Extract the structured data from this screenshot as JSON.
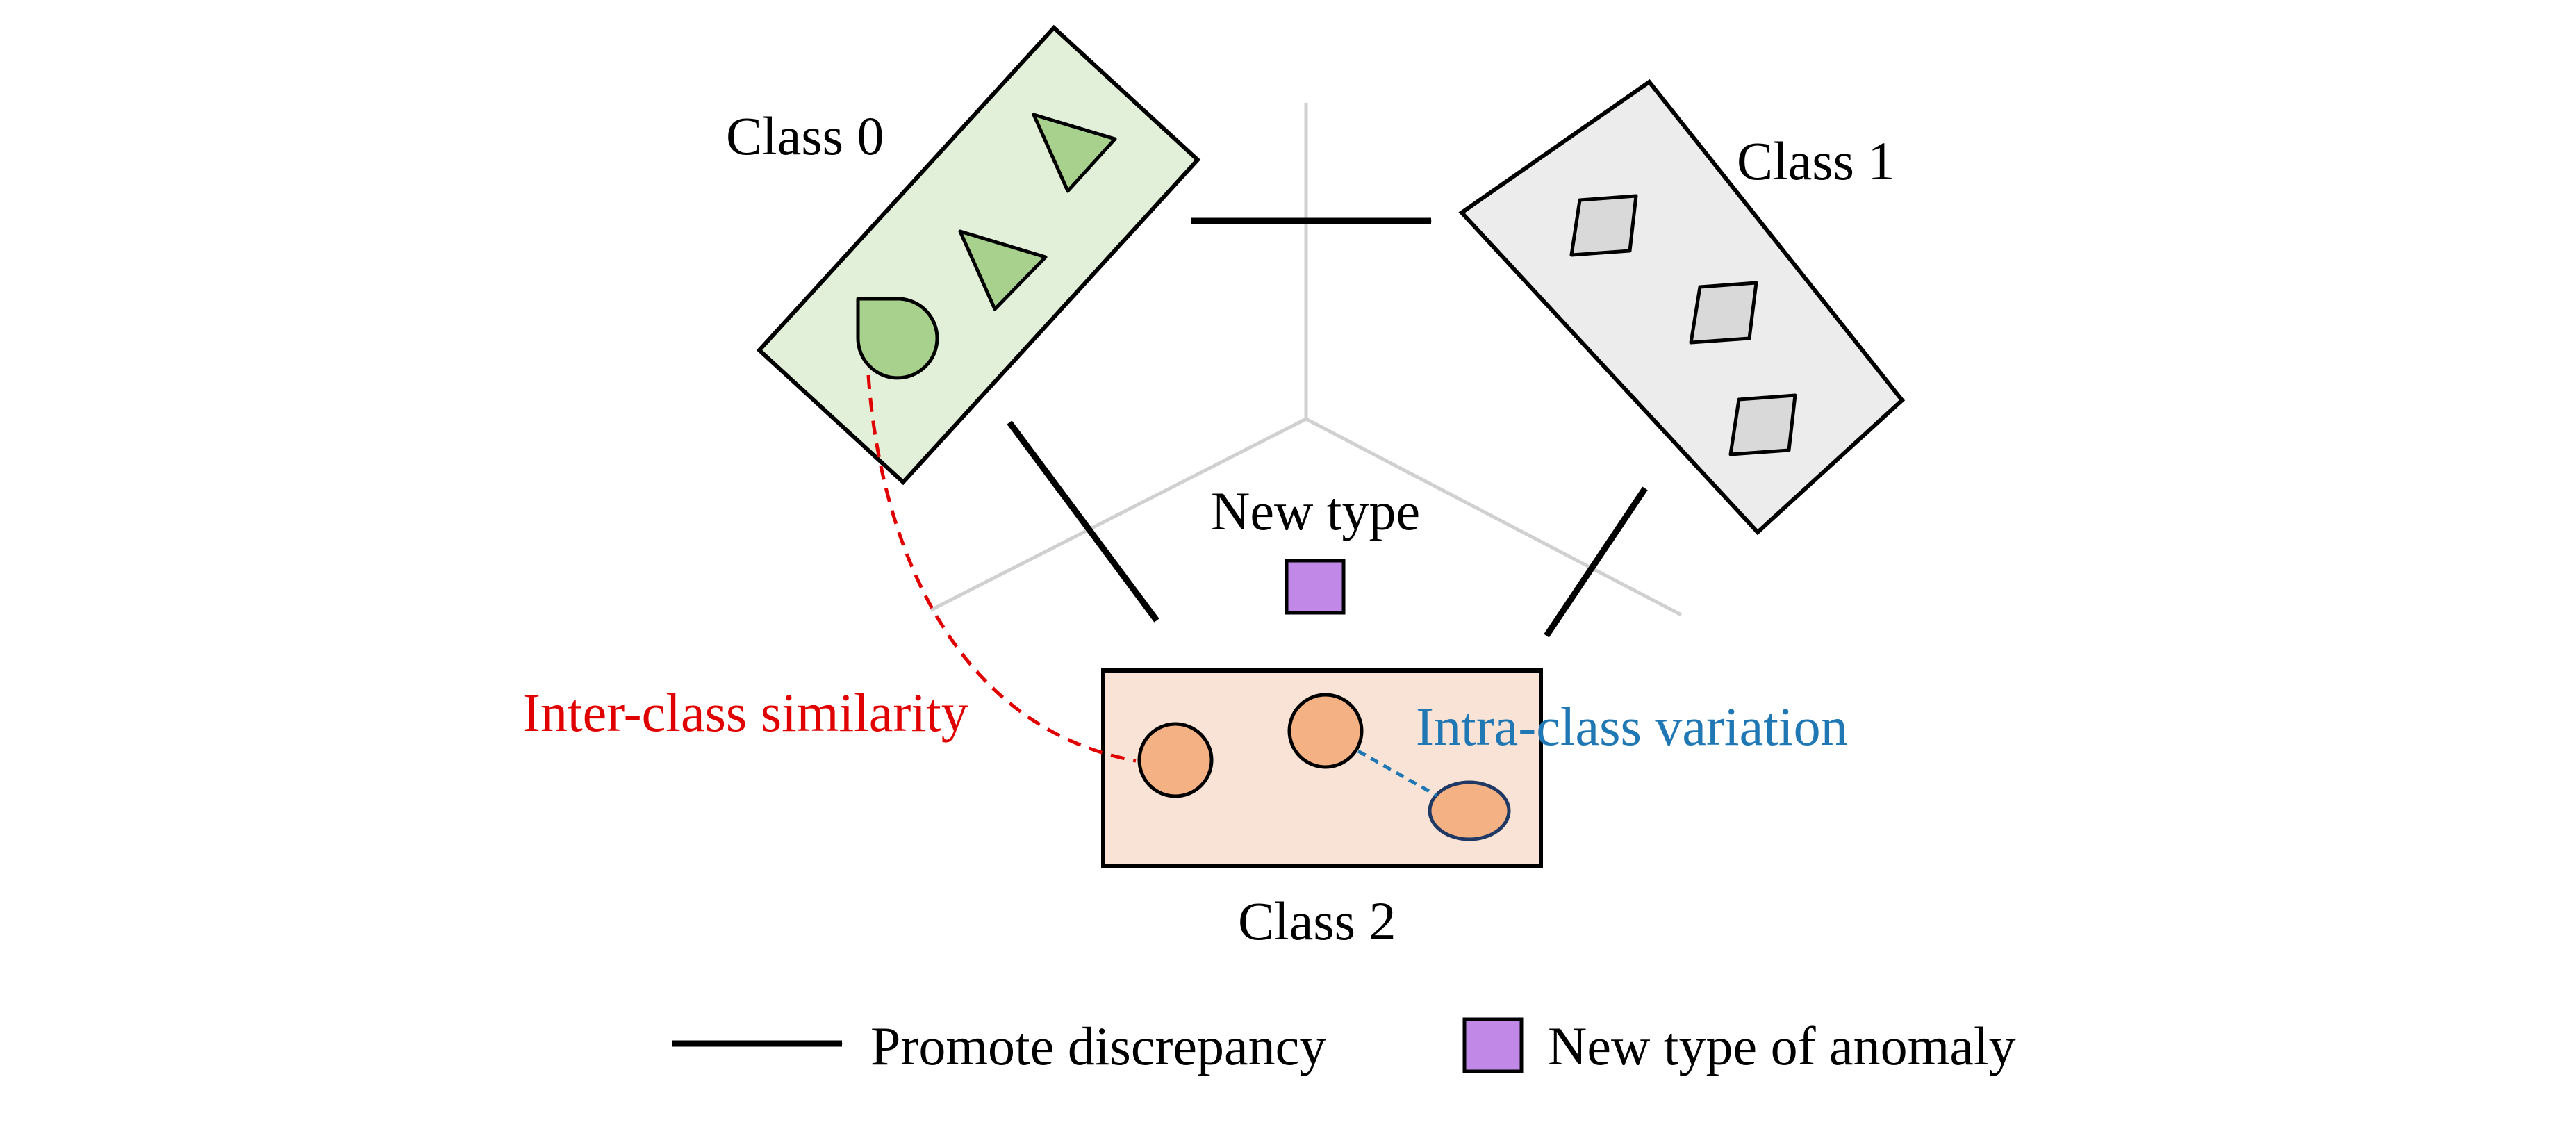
{
  "labels": {
    "class0": "Class 0",
    "class1": "Class 1",
    "class2": "Class 2",
    "new_type": "New type",
    "inter_class": "Inter-class similarity",
    "intra_class": "Intra-class variation"
  },
  "legend": {
    "arrow_label": "Promote discrepancy",
    "square_label": "New type of anomaly"
  },
  "colors": {
    "class0_fill": "#e3f0d9",
    "class0_shape": "#a9d18e",
    "class1_fill": "#ececec",
    "class1_shape": "#d9d9d9",
    "class2_fill": "#f9e3d6",
    "class2_shape": "#f4b183",
    "new_type": "#c188e8",
    "inter_class": "#e00000",
    "intra_class": "#1f77b4",
    "axes": "#d0d0d0"
  }
}
